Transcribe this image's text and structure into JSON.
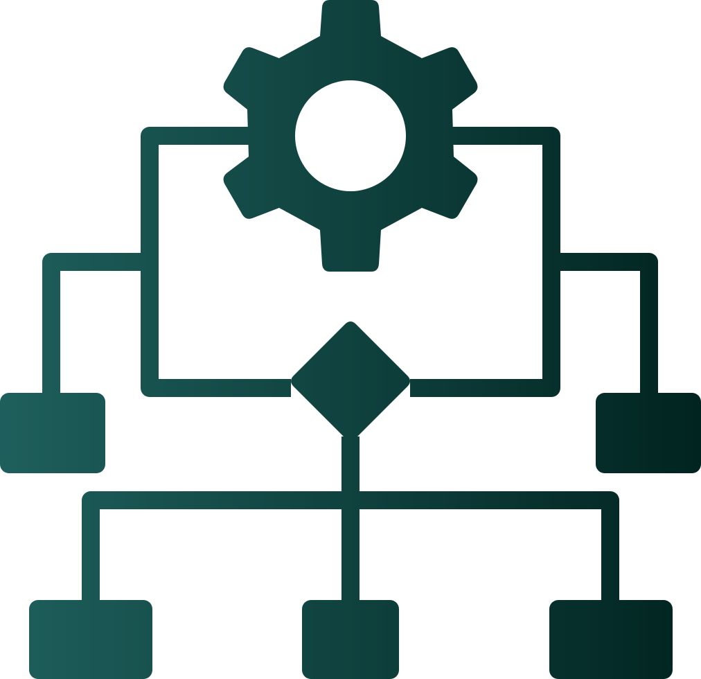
{
  "icon": {
    "name": "workflow-gear-icon",
    "style": "glyph-gradient",
    "colors": {
      "gradient_start": "#1e5f5c",
      "gradient_end": "#012420",
      "background": "#ffffff"
    },
    "parts": [
      "gear-icon",
      "decision-diamond",
      "process-node",
      "connector-line"
    ]
  }
}
